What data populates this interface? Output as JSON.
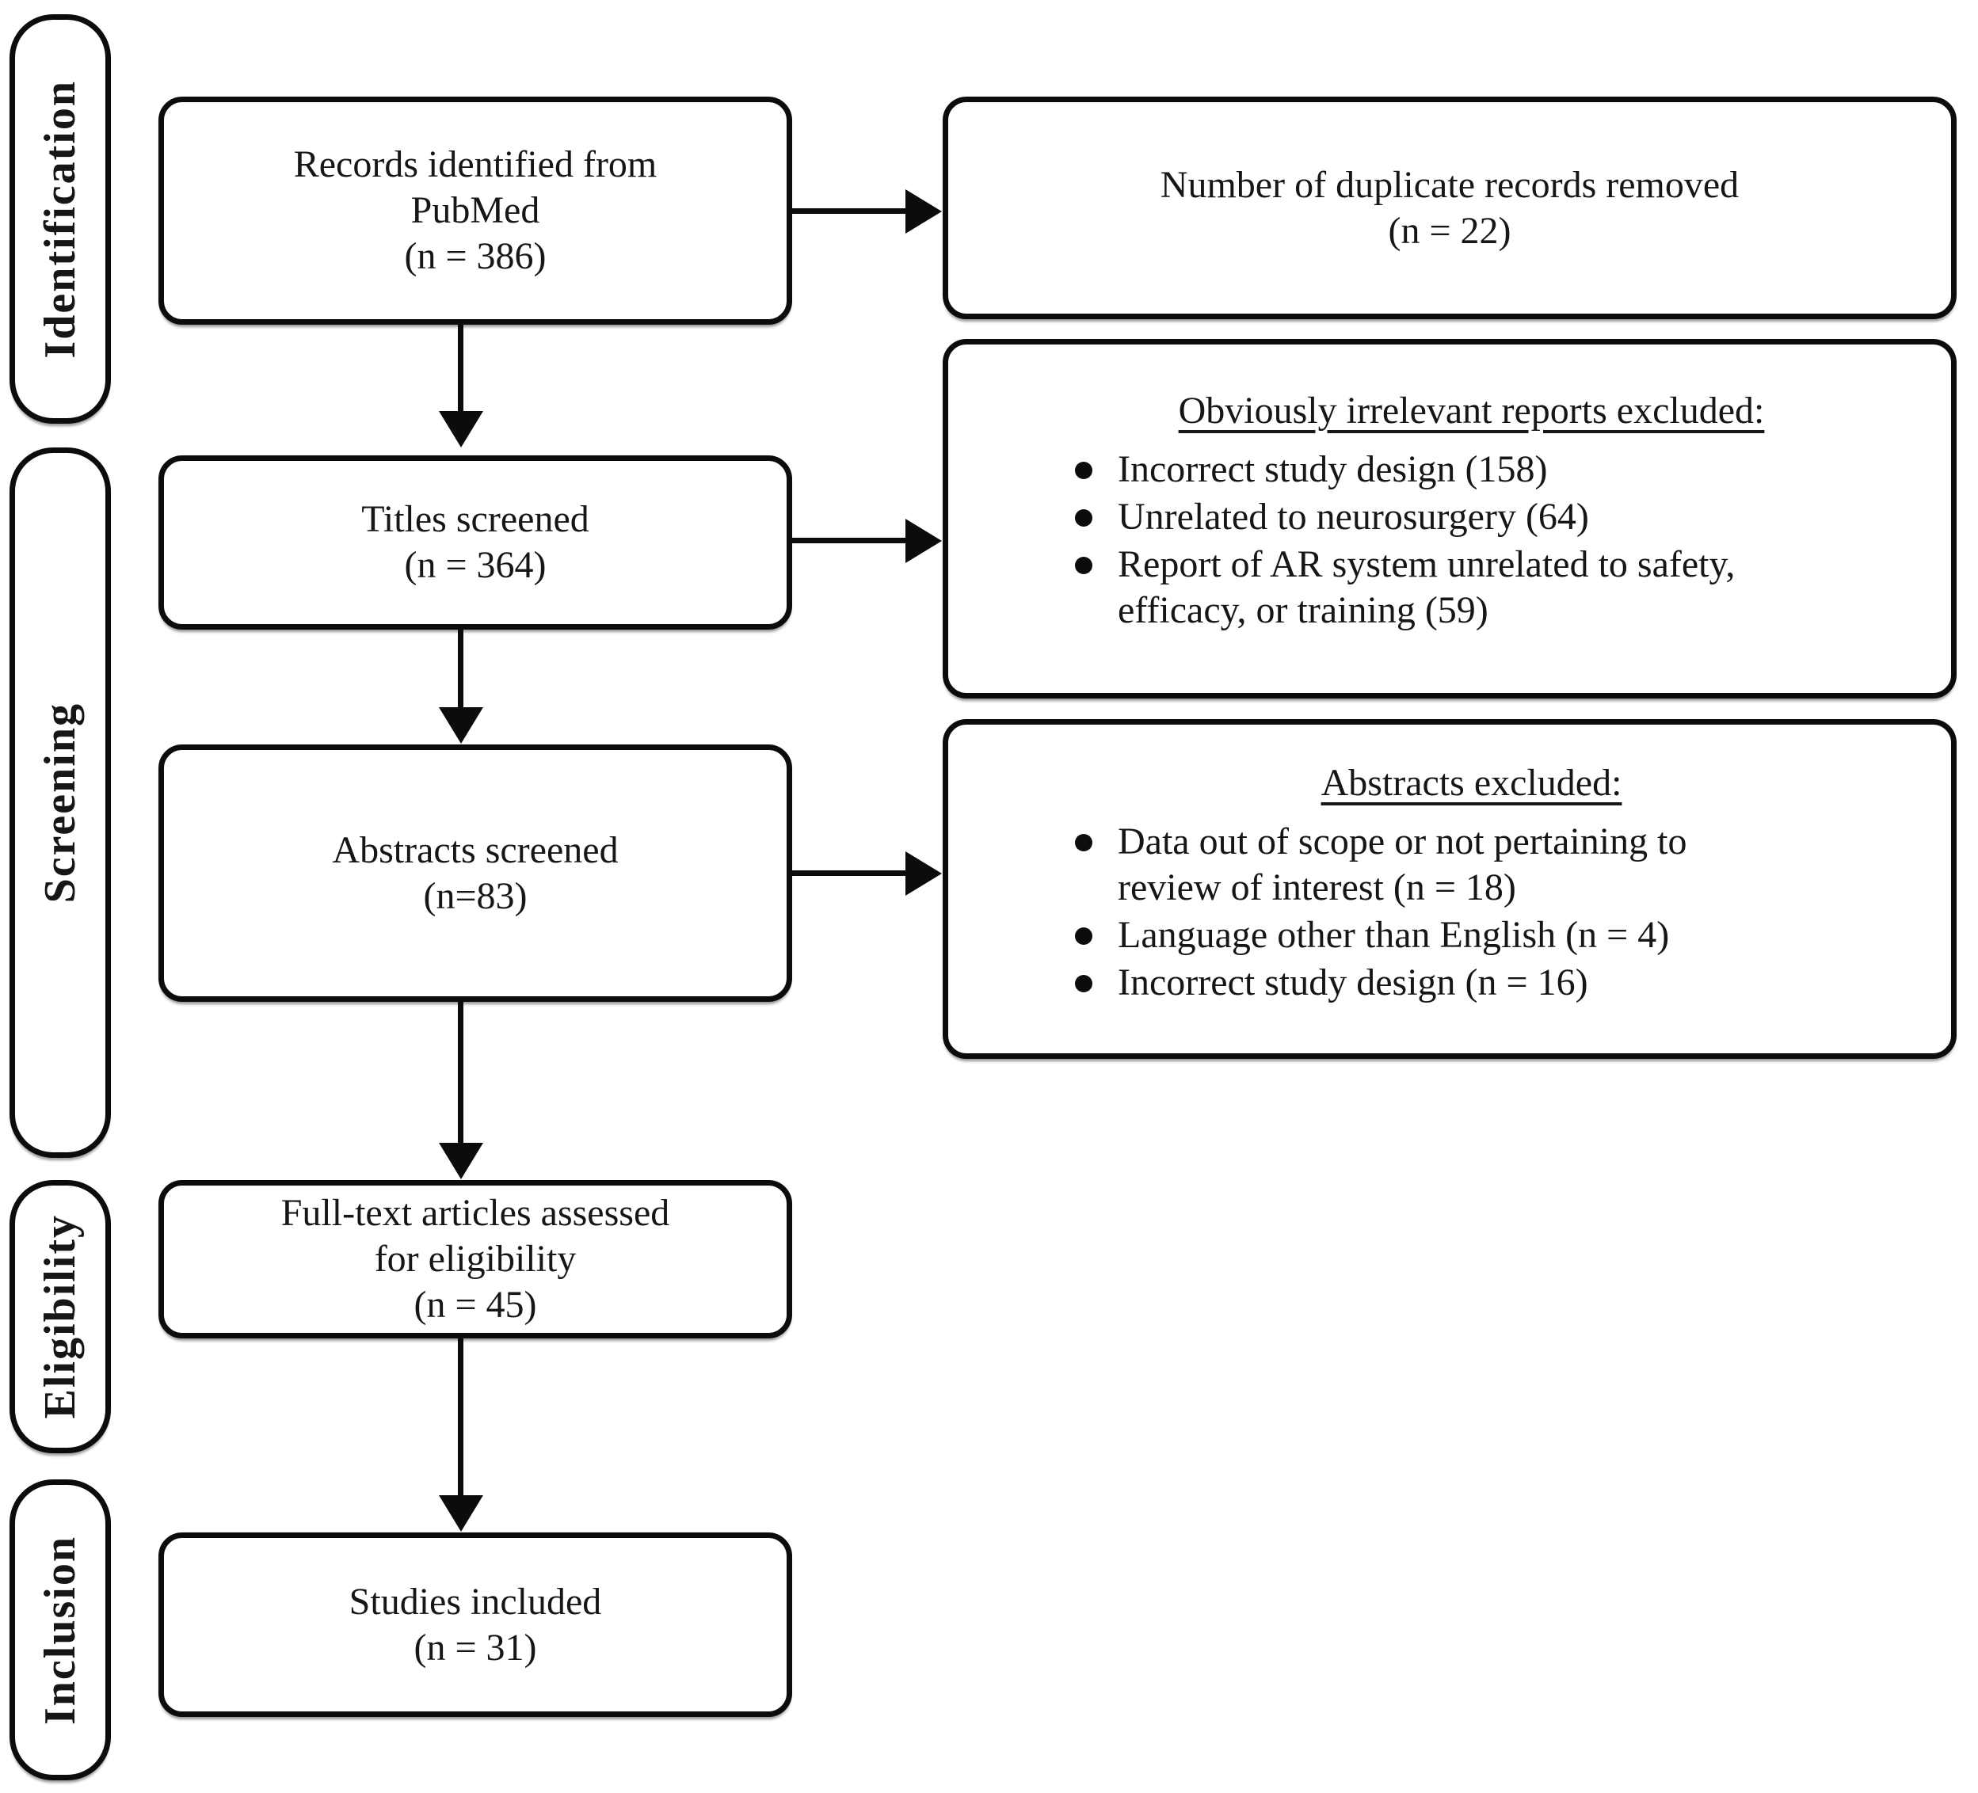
{
  "colors": {
    "ink": "#0c0c0c",
    "paper": "#ffffff",
    "text": "#161616"
  },
  "stages": [
    {
      "id": "identification",
      "label": "Identification"
    },
    {
      "id": "screening",
      "label": "Screening"
    },
    {
      "id": "eligibility",
      "label": "Eligibility"
    },
    {
      "id": "inclusion",
      "label": "Inclusion"
    }
  ],
  "flow": {
    "records": {
      "lines": [
        "Records identified from",
        "PubMed",
        "(n = 386)"
      ]
    },
    "titles": {
      "lines": [
        "Titles screened",
        "(n = 364)"
      ]
    },
    "abstracts": {
      "lines": [
        "Abstracts screened",
        "(n=83)"
      ]
    },
    "fulltext": {
      "lines": [
        "Full-text articles assessed",
        "for eligibility",
        "(n = 45)"
      ]
    },
    "included": {
      "lines": [
        "Studies included",
        "(n = 31)"
      ]
    }
  },
  "exclusions": {
    "duplicates": {
      "lines": [
        "Number of duplicate records removed",
        "(n = 22)"
      ]
    },
    "irrelevant": {
      "heading": "Obviously irrelevant reports excluded:",
      "bullets": [
        {
          "lines": [
            "Incorrect study design (158)"
          ]
        },
        {
          "lines": [
            "Unrelated to neurosurgery (64)"
          ]
        },
        {
          "lines": [
            "Report of AR system unrelated to safety,",
            "efficacy, or training (59)"
          ]
        }
      ]
    },
    "abstracts_excluded": {
      "heading": "Abstracts excluded:",
      "bullets": [
        {
          "lines": [
            "Data out of scope or not pertaining to",
            "review of interest (n = 18)"
          ]
        },
        {
          "lines": [
            "Language other than English (n = 4)"
          ]
        },
        {
          "lines": [
            "Incorrect study design (n = 16)"
          ]
        }
      ]
    }
  }
}
